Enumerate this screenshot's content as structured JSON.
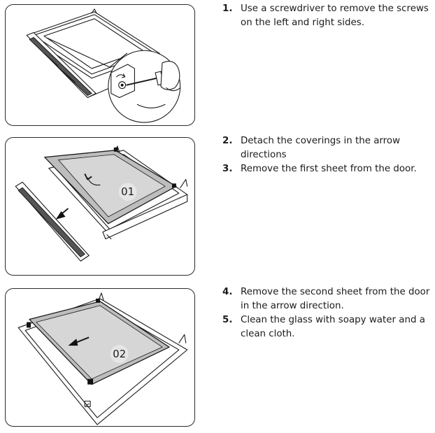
{
  "steps": [
    {
      "number": "1.",
      "text": "Use a screwdriver to remove the screws on the left and right sides."
    },
    {
      "number": "2.",
      "text": "Detach the coverings in the arrow directions"
    },
    {
      "number": "3.",
      "text": "Remove the first sheet from the door."
    },
    {
      "number": "4.",
      "text": "Remove the second sheet from the door in the arrow direction."
    },
    {
      "number": "5.",
      "text": "Clean the glass with soapy water and a clean cloth."
    }
  ],
  "illustrations": [
    {
      "label": ""
    },
    {
      "label": "01"
    },
    {
      "label": "02"
    }
  ]
}
